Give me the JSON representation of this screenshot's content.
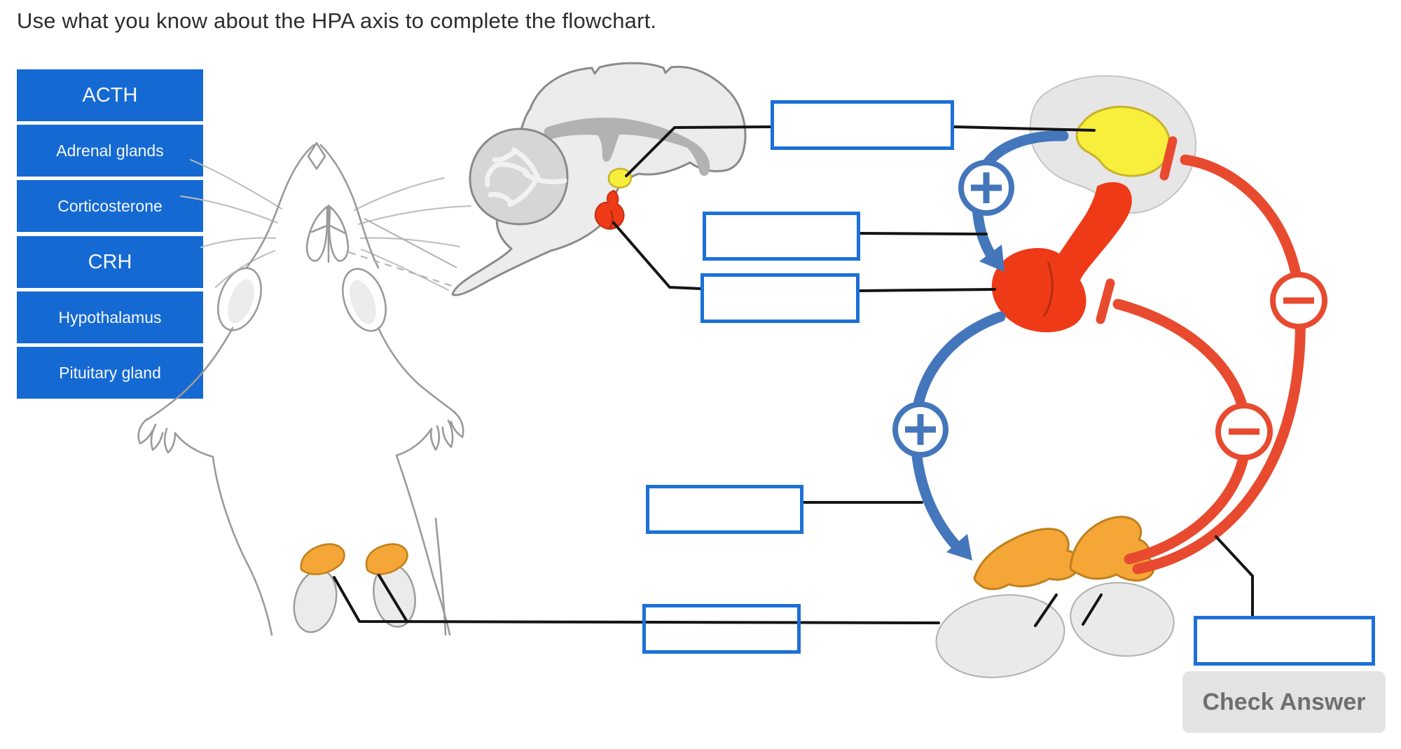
{
  "title": "Use what you know about the HPA axis to complete the flowchart.",
  "word_bank": {
    "items": [
      {
        "label": "ACTH"
      },
      {
        "label": "Adrenal glands"
      },
      {
        "label": "Corticosterone"
      },
      {
        "label": "CRH"
      },
      {
        "label": "Hypothalamus"
      },
      {
        "label": "Pituitary gland"
      }
    ]
  },
  "flowchart": {
    "answer_box_count": 6,
    "stimulation_sign": "+",
    "inhibition_sign": "−",
    "organs": [
      "hypothalamus",
      "pituitary gland",
      "adrenal glands",
      "kidneys",
      "brain"
    ]
  },
  "actions": {
    "check_answer_label": "Check Answer"
  },
  "colors": {
    "word_bank_blue": "#1569d2",
    "answer_box_border": "#1c70d8",
    "stimulation_blue": "#4476bb",
    "inhibition_red": "#e84a2f",
    "hypothalamus_yellow": "#f8ee3c",
    "pituitary_red": "#ee3a17",
    "adrenal_orange": "#f4a636",
    "check_button_bg": "#e3e3e3"
  }
}
